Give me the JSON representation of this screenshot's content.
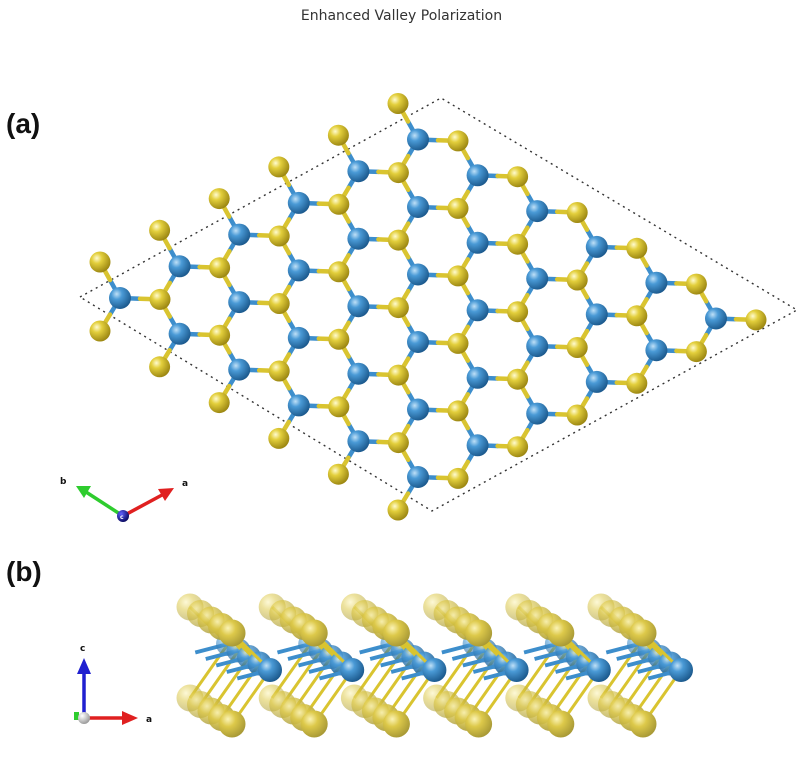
{
  "header": {
    "title": "Enhanced Valley Polarization"
  },
  "panels": [
    {
      "label": "(a)",
      "axes": {
        "b": "b",
        "a": "a",
        "c": "c"
      }
    },
    {
      "label": "(b)",
      "axes": {
        "c": "c",
        "a": "a"
      }
    }
  ],
  "colors": {
    "metal_atom": "#3d8ecc",
    "chalcogen_atom": "#d9c430",
    "cell_outline": "#333333",
    "axis_a": "#e02020",
    "axis_b": "#2ecc2e",
    "axis_c": "#2020d0"
  },
  "structure": {
    "top_view": {
      "supercell": 6,
      "lattice": "honeycomb"
    },
    "side_view": {
      "columns": 6,
      "depth_rows": 5
    }
  }
}
